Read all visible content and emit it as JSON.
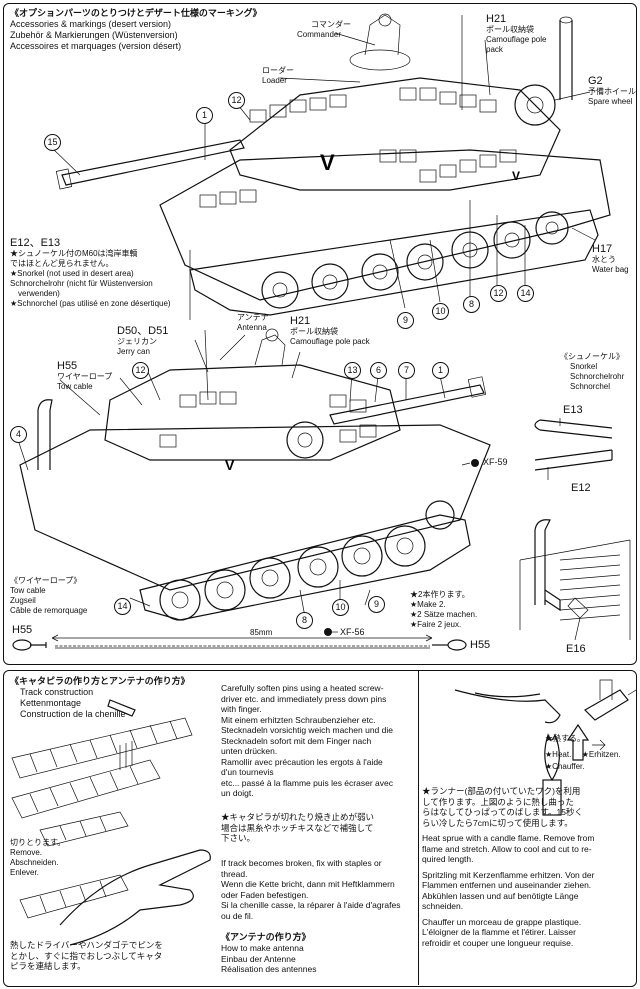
{
  "top": {
    "heading_jp": "《オプションパーツのとりつけとデザート仕様のマーキング》",
    "heading_lines": [
      "Accessories & markings (desert version)",
      "Zubehör & Markierungen (Wüstenversion)",
      "Accessoires et marquages (version désert)"
    ],
    "commander": {
      "jp": "コマンダー",
      "en": "Commander"
    },
    "loader": {
      "jp": "ローダー",
      "en": "Loader"
    },
    "h21_top": {
      "code": "H21",
      "jp": "ポール収納袋",
      "en": [
        "Camouflage pole",
        "pack"
      ]
    },
    "g2": {
      "code": "G2",
      "jp": "予備ホイール",
      "en": "Spare wheel"
    },
    "h17": {
      "code": "H17",
      "jp": "水とう",
      "en": "Water bag"
    },
    "e12e13": {
      "code": "E12、E13",
      "notes": [
        "★シュノーケル付のM60は湾岸車輌",
        "ではほとんど見られません。",
        "★Snorkel (not used in desert area)",
        "Schnorchelrohr (nicht für Wüstenversion",
        "verwenden)",
        "★Schnorchel (pas utilisé en zone désertique)"
      ]
    },
    "antenna": {
      "jp": "アンテナ",
      "en": "Antenna"
    },
    "d50d51": {
      "code": "D50、D51",
      "jp": "ジェリカン",
      "en": "Jerry can"
    },
    "h21_mid": {
      "code": "H21",
      "jp": "ポール収納袋",
      "en": "Camouflage pole pack"
    },
    "h55_label": {
      "code": "H55",
      "jp": "ワイヤーロープ",
      "en": "Tow cable"
    },
    "snorkel": {
      "jp": "《シュノーケル》",
      "lines": [
        "Snorkel",
        "Schnorchelrohr",
        "Schnorchel"
      ]
    },
    "e13": "E13",
    "e12": "E12",
    "xf59": "XF-59",
    "xf56": "XF-56",
    "e16": "E16",
    "wire_rope": {
      "jp": "《ワイヤーロープ》",
      "lines": [
        "Tow cable",
        "Zugseil",
        "Câble de remorquage"
      ]
    },
    "make2": [
      "★2本作ります。",
      "★Make 2.",
      "★2 Sätze machen.",
      "★Faire 2 jeux."
    ],
    "h55_a": "H55",
    "h55_b": "H55",
    "length": "85mm",
    "callouts": {
      "c1": "1",
      "c12": "12",
      "c15": "15",
      "c8": "8",
      "c9": "9",
      "c10": "10",
      "c14": "14",
      "c4": "4",
      "c6": "6",
      "c7": "7",
      "c13": "13"
    }
  },
  "bottom": {
    "track_heading_jp": "《キャタピラの作り方とアンテナの作り方》",
    "track_lines": [
      "Track construction",
      "Kettenmontage",
      "Construction de la chenille"
    ],
    "remove": {
      "jp": "切りとります。",
      "lines": [
        "Remove.",
        "Abschneiden.",
        "Enlever."
      ]
    },
    "track_jp": [
      "熱したドライバーやハンダゴテでピンを",
      "とかし、すぐに指でおしつぶしてキャタ",
      "ピラを連結します。"
    ],
    "pin_text": [
      "Carefully soften pins using a heated screw-",
      "driver etc. and immediately press down pins",
      "with finger.",
      "Mit einem erhitzten Schraubenzieher etc.",
      "Stecknadeln vorsichtig weich machen und die",
      "Stecknadeln sofort mit dem Finger nach",
      "unten drücken.",
      "Ramollir avec précaution les ergots à l'aide",
      "d'un tournevis",
      "etc... passé à la flamme puis les écraser avec",
      "un doigt."
    ],
    "broken_jp": [
      "★キャタピラが切れたり焼き止めが弱い",
      "場合は黒糸やホッチキスなどで補強して",
      "下さい。"
    ],
    "broken_text": [
      "If track becomes broken, fix with staples or",
      "thread.",
      "Wenn die Kette bricht, dann mit Heftklammern",
      "oder Faden befestigen.",
      "Si la chenille casse, la réparer à l'aide d'agrafes",
      "ou de fil."
    ],
    "antenna_heading_jp": "《アンテナの作り方》",
    "antenna_lines": [
      "How to make antenna",
      "Einbau der Antenne",
      "Réalisation des antennes"
    ],
    "heat": [
      "★熱する。",
      "★Heat.",
      "★Erhitzen.",
      "★Chauffer."
    ],
    "sprue_jp": [
      "★ランナー(部品の付いていたワク)を利用",
      "して作ります。上図のように熱し曲った",
      "らはなしてひっぱってのばします。15秒く",
      "らい冷したら7cmに切って使用します。"
    ],
    "sprue_en": [
      "Heat sprue with a candle flame. Remove from",
      "flame and stretch. Allow to cool and cut to re-",
      "quired length."
    ],
    "sprue_de": [
      "Spritzling mit Kerzenflamme erhitzen. Von der",
      "Flammen entfernen und auseinander ziehen.",
      "Abkühlen lassen und auf benötigte Länge",
      "schneiden."
    ],
    "sprue_fr": [
      "Chauffer un morceau de grappe plastique.",
      "L'éloigner de la flamme et l'étirer. Laisser",
      "refroidir et couper une longueur requise."
    ]
  }
}
